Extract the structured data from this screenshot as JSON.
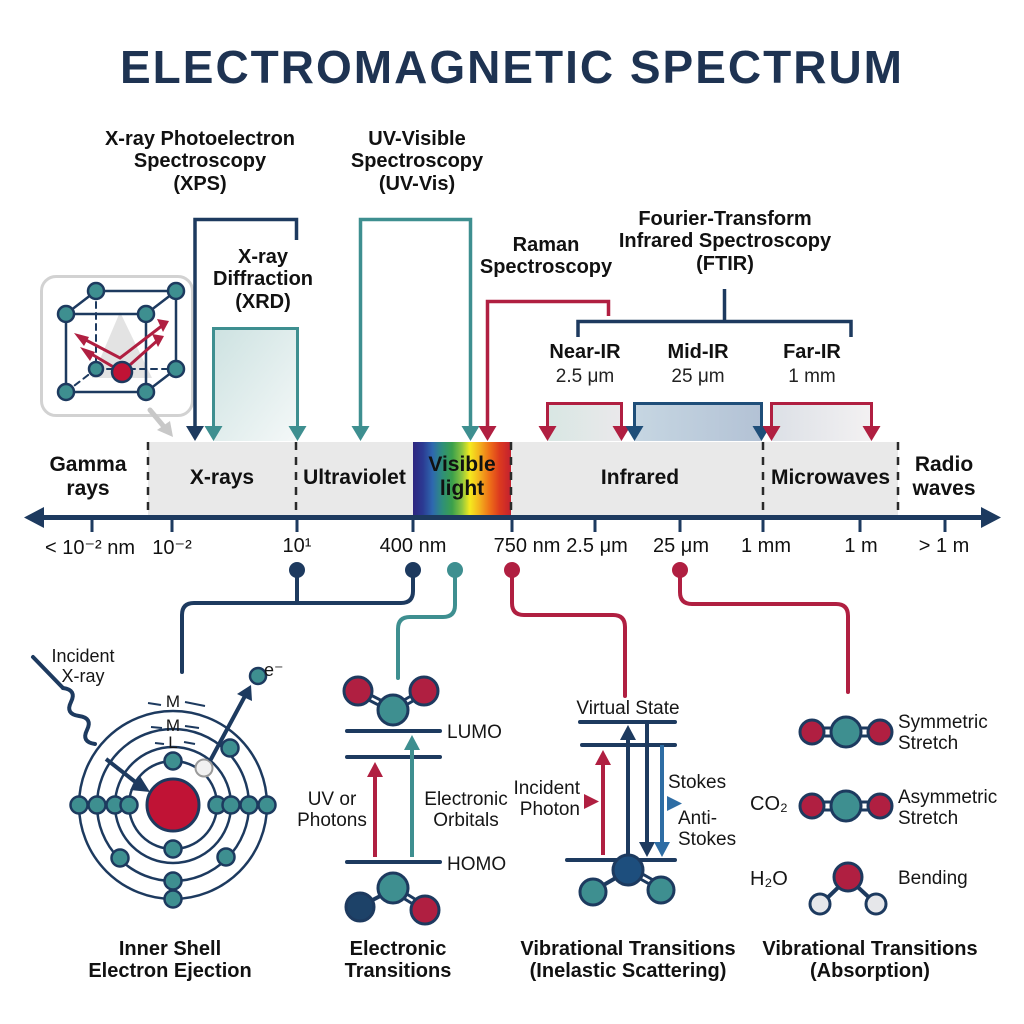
{
  "title": "ELECTROMAGNETIC SPECTRUM",
  "colors": {
    "navy": "#1d3a5f",
    "teal": "#3e8f90",
    "crimson": "#b01f41",
    "steel_blue": "#2e6da4",
    "band_gray": "#e9e9e9",
    "title_navy": "#1e3352"
  },
  "techniques": {
    "xps": "X-ray Photoelectron\nSpectroscopy\n(XPS)",
    "xrd": "X-ray\nDiffraction\n(XRD)",
    "uvvis": "UV-Visible\nSpectroscopy\n(UV-Vis)",
    "raman": "Raman\nSpectroscopy",
    "ftir": "Fourier-Transform\nInfrared Spectroscopy\n(FTIR)"
  },
  "ir_bands": [
    {
      "name": "Near-IR",
      "value": "2.5 μm"
    },
    {
      "name": "Mid-IR",
      "value": "25 μm"
    },
    {
      "name": "Far-IR",
      "value": "1 mm"
    }
  ],
  "spectrum_regions": [
    "Gamma\nrays",
    "X-rays",
    "Ultraviolet",
    "Visible\nlight",
    "Infrared",
    "Microwaves",
    "Radio\nwaves"
  ],
  "axis_ticks": [
    "< 10⁻² nm",
    "10⁻²",
    "10¹",
    "400 nm",
    "750 nm",
    "2.5 μm",
    "25 μm",
    "1 mm",
    "1 m",
    "> 1 m"
  ],
  "inner_shell": {
    "incident_label": "Incident\nX-ray",
    "electron_label": "e⁻",
    "shell_labels": [
      "M",
      "M",
      "L"
    ],
    "caption": "Inner Shell\nElectron Ejection"
  },
  "electronic": {
    "lumo": "LUMO",
    "homo": "HOMO",
    "left_label": "UV or\nPhotons",
    "right_label": "Electronic\nOrbitals",
    "caption": "Electronic\nTransitions"
  },
  "raman_diagram": {
    "virtual_state": "Virtual State",
    "incident": "Incident\nPhoton",
    "stokes": "Stokes",
    "anti_stokes": "Anti-\nStokes",
    "caption": "Vibrational Transitions\n(Inelastic Scattering)"
  },
  "absorption": {
    "rows": [
      {
        "molecule": "",
        "mode": "Symmetric\nStretch"
      },
      {
        "molecule": "CO₂",
        "mode": "Asymmetric\nStretch"
      },
      {
        "molecule": "H₂O",
        "mode": "Bending"
      }
    ],
    "caption": "Vibrational Transitions\n(Absorption)"
  }
}
